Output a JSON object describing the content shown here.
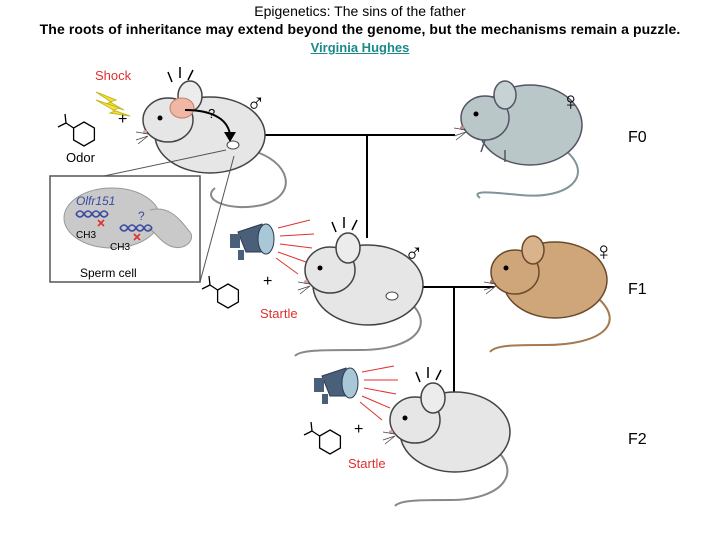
{
  "header": {
    "title": "Epigenetics: The sins of the father",
    "subtitle": "The roots of inheritance may extend beyond the genome, but the mechanisms remain a puzzle.",
    "author": "Virginia Hughes"
  },
  "figure": {
    "shock_label": "Shock",
    "odor_label": "Odor",
    "plus": "+",
    "question": "?",
    "gene_label": "Olfr151",
    "methyl_label": "CH3",
    "sperm_label": "Sperm cell",
    "startle_label": "Startle",
    "generations": [
      "F0",
      "F1",
      "F2"
    ],
    "male_symbol": "♂",
    "female_symbol": "♀",
    "colors": {
      "white_mouse": "#e6e6e6",
      "gray_mouse": "#b9c7c9",
      "tan_mouse": "#cfa57a",
      "startle_text": "#e03030",
      "shock_text": "#e03030",
      "bolt": "#f2e43a",
      "link": "#1a8a8a"
    }
  }
}
